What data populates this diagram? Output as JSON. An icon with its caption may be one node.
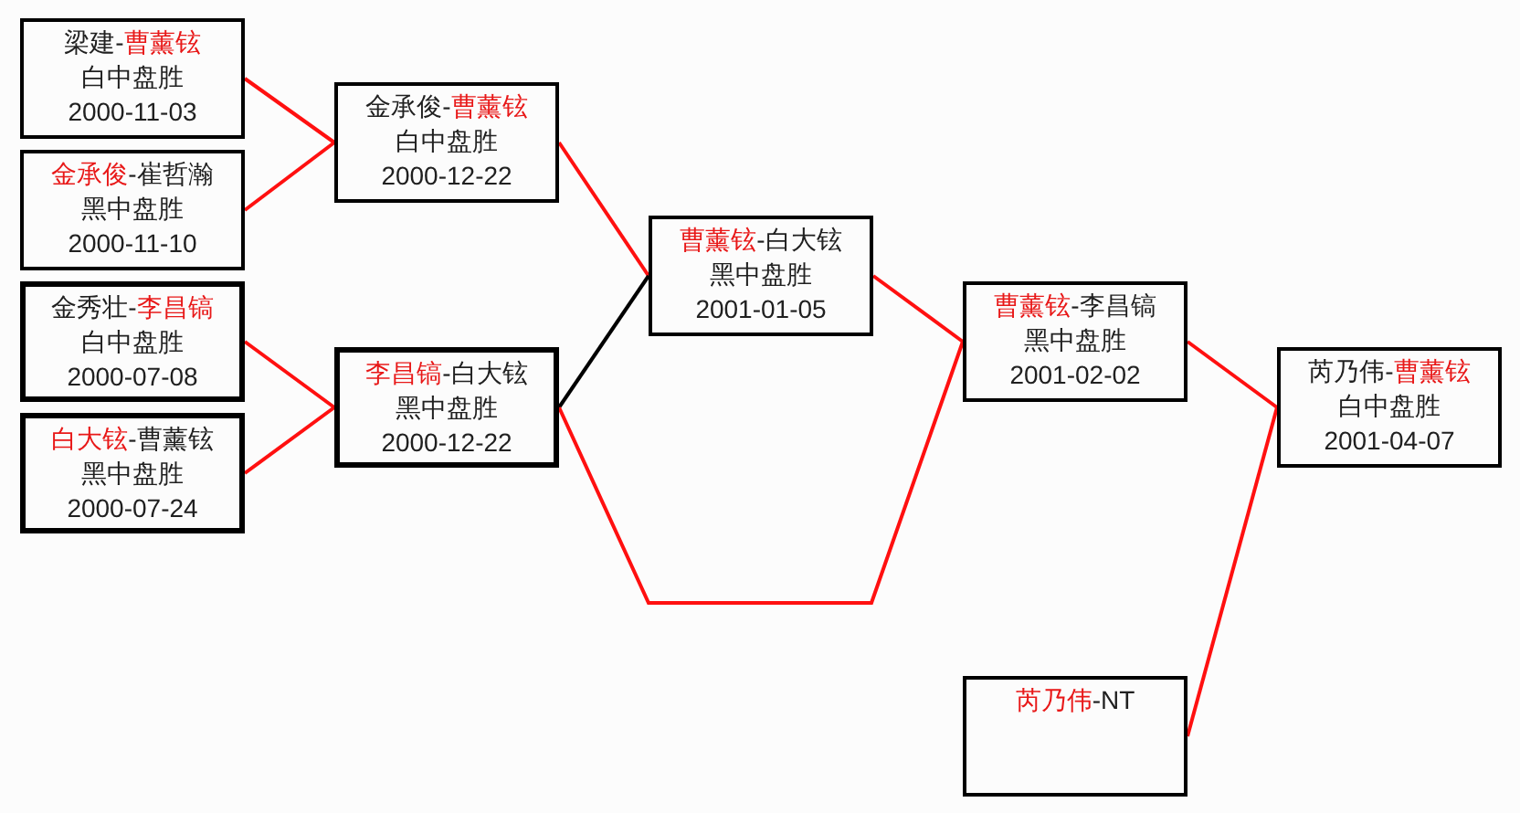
{
  "diagram": {
    "nodes": [
      {
        "text": [
          "梁建-**曹薰铉**",
          "白中盘胜",
          "2000-11-03"
        ]
      },
      {
        "text": [
          "**金承俊**-崔哲瀚",
          "黑中盘胜",
          "2000-11-10"
        ]
      },
      {
        "text": [
          "金秀壮-**李昌镐**",
          "白中盘胜",
          "2000-07-08"
        ]
      },
      {
        "text": [
          "**白大铉**-曹薰铉",
          "黑中盘胜",
          "2000-07-24"
        ]
      },
      {
        "text": [
          "金承俊-**曹薰铉**",
          "白中盘胜",
          "2000-12-22"
        ]
      },
      {
        "text": [
          "**李昌镐**-白大铉",
          "黑中盘胜",
          "2000-12-22"
        ]
      },
      {
        "text": [
          "**曹薰铉**-白大铉",
          "黑中盘胜",
          "2001-01-05"
        ]
      },
      {
        "text": [
          "**曹薰铉**-李昌镐",
          "黑中盘胜",
          "2001-02-02"
        ]
      },
      {
        "text": [
          "芮乃伟-**曹薰铉**",
          "白中盘胜",
          "2001-04-07"
        ]
      },
      {
        "text": [
          "**芮乃伟**-NT"
        ]
      }
    ],
    "edges": [
      {
        "from": 0,
        "to": 4,
        "arrow": "none"
      },
      {
        "from": 1,
        "to": 4,
        "arrow": "none"
      },
      {
        "from": 2,
        "to": 5,
        "arrow": "none"
      },
      {
        "from": 3,
        "to": 5,
        "arrow": "none"
      },
      {
        "from": 4,
        "to": 6,
        "arrow": "none"
      },
      {
        "from": 5,
        "to": 6,
        "arrow": "none",
        "color": "#000000"
      },
      {
        "from": 5,
        "to": 7,
        "arrow": "none"
      },
      {
        "from": 6,
        "to": 7,
        "arrow": "none"
      },
      {
        "from": 7,
        "to": 8,
        "arrow": "none"
      },
      {
        "from": 9,
        "to": 8,
        "arrow": "none"
      }
    ]
  }
}
